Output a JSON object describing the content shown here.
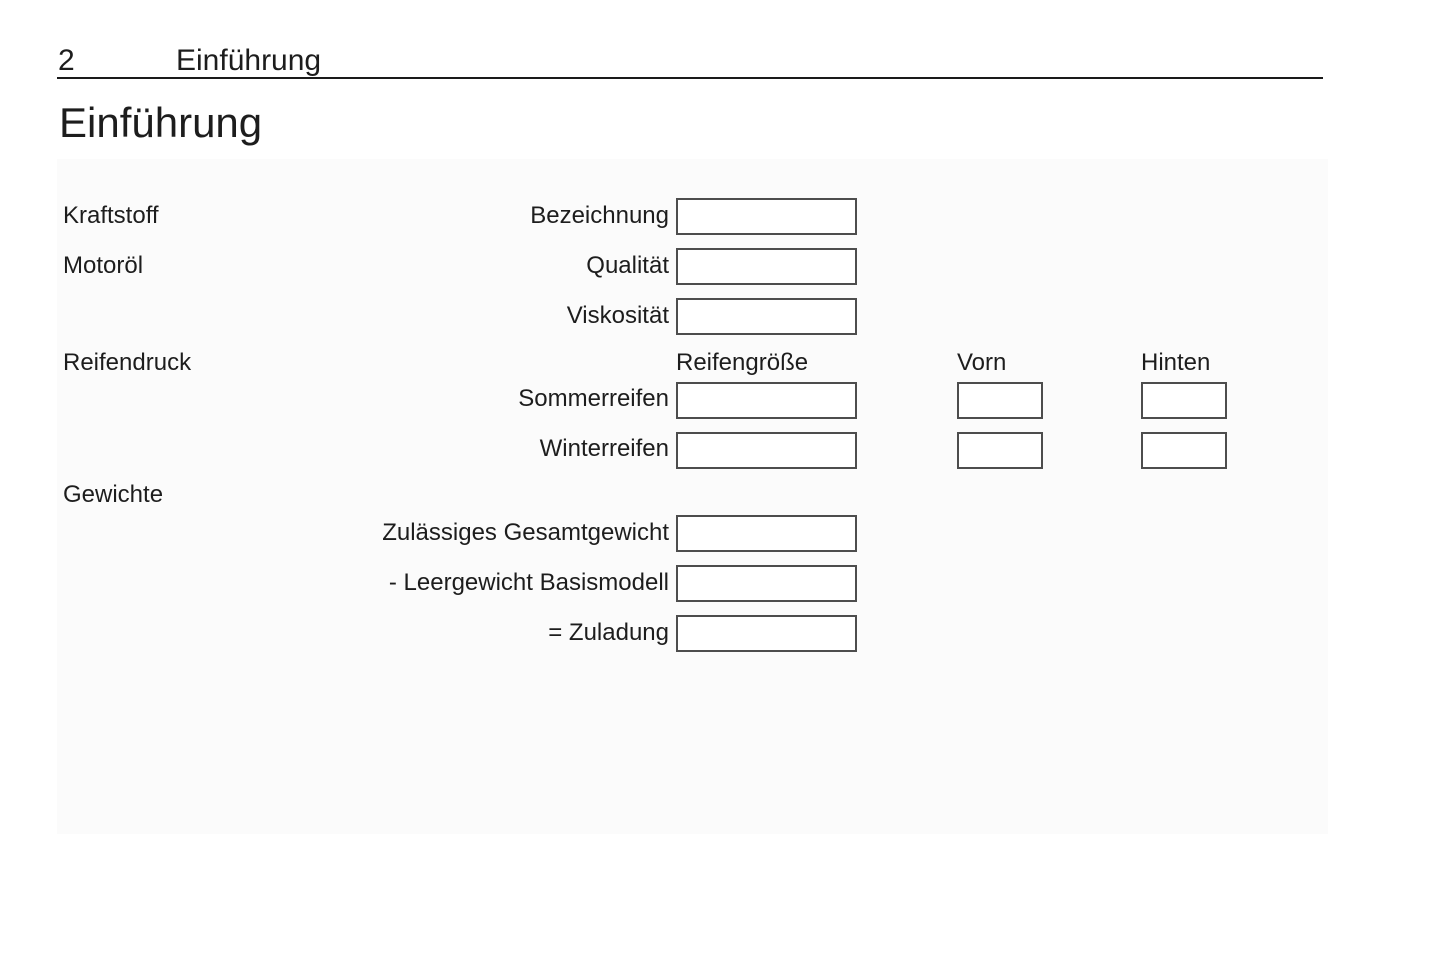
{
  "header": {
    "page_number": "2",
    "chapter_title": "Einführung"
  },
  "title": "Einführung",
  "form": {
    "sections": {
      "fuel": "Kraftstoff",
      "oil": "Motoröl",
      "tire_pressure": "Reifendruck",
      "weights": "Gewichte"
    },
    "fuel_fields": [
      {
        "label": "Bezeichnung",
        "value": ""
      }
    ],
    "oil_fields": [
      {
        "label": "Qualität",
        "value": ""
      },
      {
        "label": "Viskosität",
        "value": ""
      }
    ],
    "tires": {
      "col_headers": {
        "size": "Reifengröße",
        "front": "Vorn",
        "rear": "Hinten"
      },
      "rows": [
        {
          "label": "Sommerreifen",
          "size_value": "",
          "front_value": "",
          "rear_value": ""
        },
        {
          "label": "Winterreifen",
          "size_value": "",
          "front_value": "",
          "rear_value": ""
        }
      ]
    },
    "weight_fields": [
      {
        "label": "Zulässiges Gesamtgewicht",
        "value": ""
      },
      {
        "label": "- Leergewicht Basismodell",
        "value": ""
      },
      {
        "label": "= Zuladung",
        "value": ""
      }
    ]
  },
  "colors": {
    "panel_bg": "#fbfbfb",
    "box_border": "#4d4d4d",
    "text": "#1d1d1d",
    "rule": "#1a1a1a"
  }
}
